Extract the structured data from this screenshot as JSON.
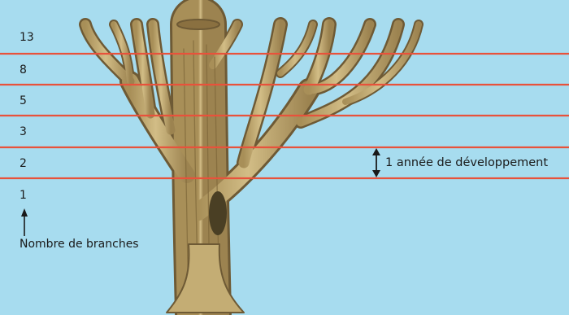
{
  "diagram": {
    "branch_counts": [
      "13",
      "8",
      "5",
      "3",
      "2",
      "1"
    ],
    "axis_caption": "Nombre de branches",
    "year_annotation": "1 année de développement",
    "colors": {
      "sky": "#a7dcef",
      "growth_line": "#e8523b",
      "bark": "#c9b27a",
      "bark_dark": "#6e5a35",
      "knot": "#4a3f24"
    },
    "icons": [
      "up-arrow-icon",
      "double-arrow-icon"
    ]
  }
}
